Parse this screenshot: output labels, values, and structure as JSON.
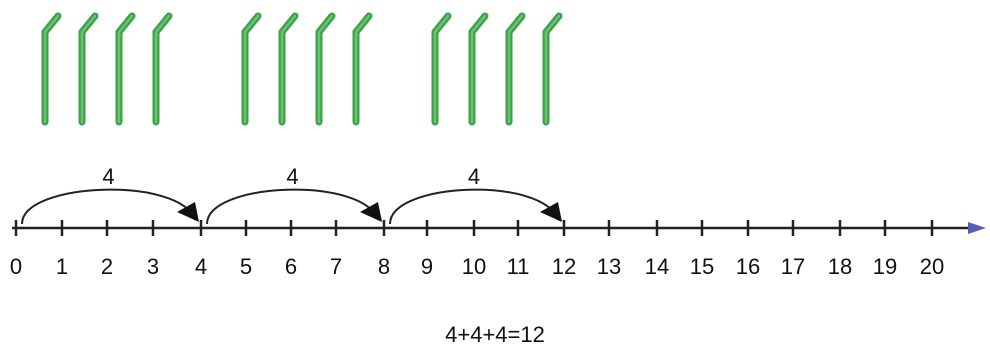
{
  "stick_groups": [
    {
      "count": 4
    },
    {
      "count": 4
    },
    {
      "count": 4
    }
  ],
  "number_line": {
    "min": 0,
    "max": 20,
    "labels": [
      "0",
      "1",
      "2",
      "3",
      "4",
      "5",
      "6",
      "7",
      "8",
      "9",
      "10",
      "11",
      "12",
      "13",
      "14",
      "15",
      "16",
      "17",
      "18",
      "19",
      "20"
    ]
  },
  "jumps": [
    {
      "from": 0,
      "to": 4,
      "label": "4"
    },
    {
      "from": 4,
      "to": 8,
      "label": "4"
    },
    {
      "from": 8,
      "to": 12,
      "label": "4"
    }
  ],
  "equation": "4+4+4=12",
  "colors": {
    "stick": "#3aa24a",
    "stick_highlight": "#6cc26f",
    "line": "#222222",
    "axis_arrow": "#5a5ab8"
  }
}
